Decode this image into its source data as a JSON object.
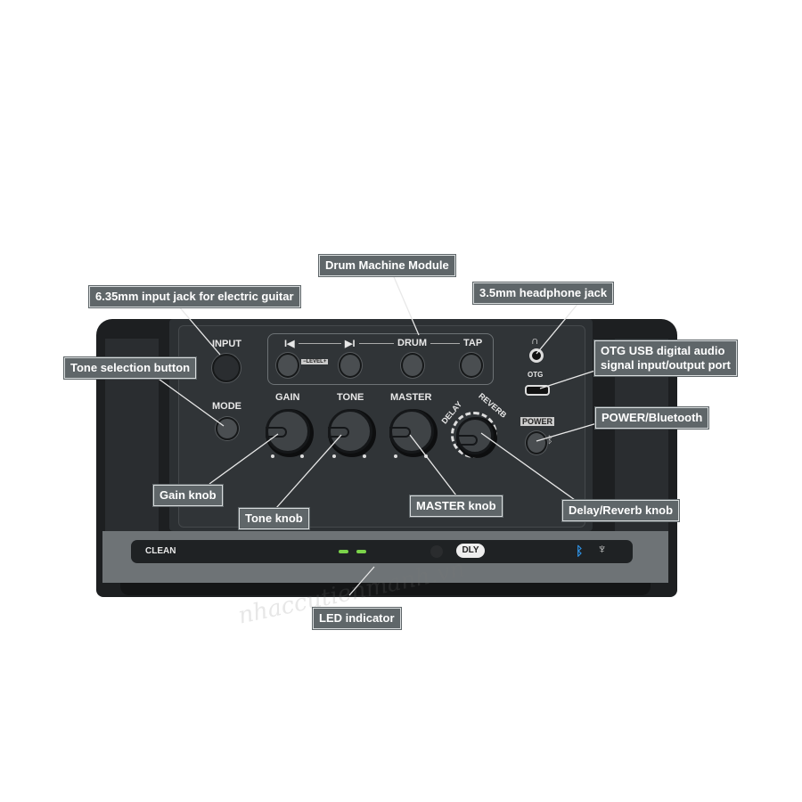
{
  "callouts": {
    "drum_machine": "Drum Machine Module",
    "input_jack": "6.35mm input jack for electric guitar",
    "headphone_jack": "3.5mm headphone jack",
    "tone_selection": "Tone selection button",
    "otg_line1": "OTG USB digital audio",
    "otg_line2": "signal input/output port",
    "power_bt": "POWER/Bluetooth",
    "gain_knob": "Gain knob",
    "tone_knob": "Tone knob",
    "master_knob": "MASTER knob",
    "delay_reverb_knob": "Delay/Reverb knob",
    "led_indicator": "LED indicator"
  },
  "panel": {
    "input": "INPUT",
    "mode": "MODE",
    "prev": "I◀",
    "next": "▶I",
    "drum": "DRUM",
    "tap": "TAP",
    "level": "−LEVEL+",
    "gain": "GAIN",
    "tone": "TONE",
    "master": "MASTER",
    "delay": "DELAY",
    "reverb": "REVERB",
    "otg": "OTG",
    "power": "POWER"
  },
  "front": {
    "clean": "CLEAN",
    "dly": "DLY",
    "led_color": "#7bd34a",
    "bluetooth_color": "#2e8fe0"
  },
  "watermark": "nhaccutienmanh.vn"
}
